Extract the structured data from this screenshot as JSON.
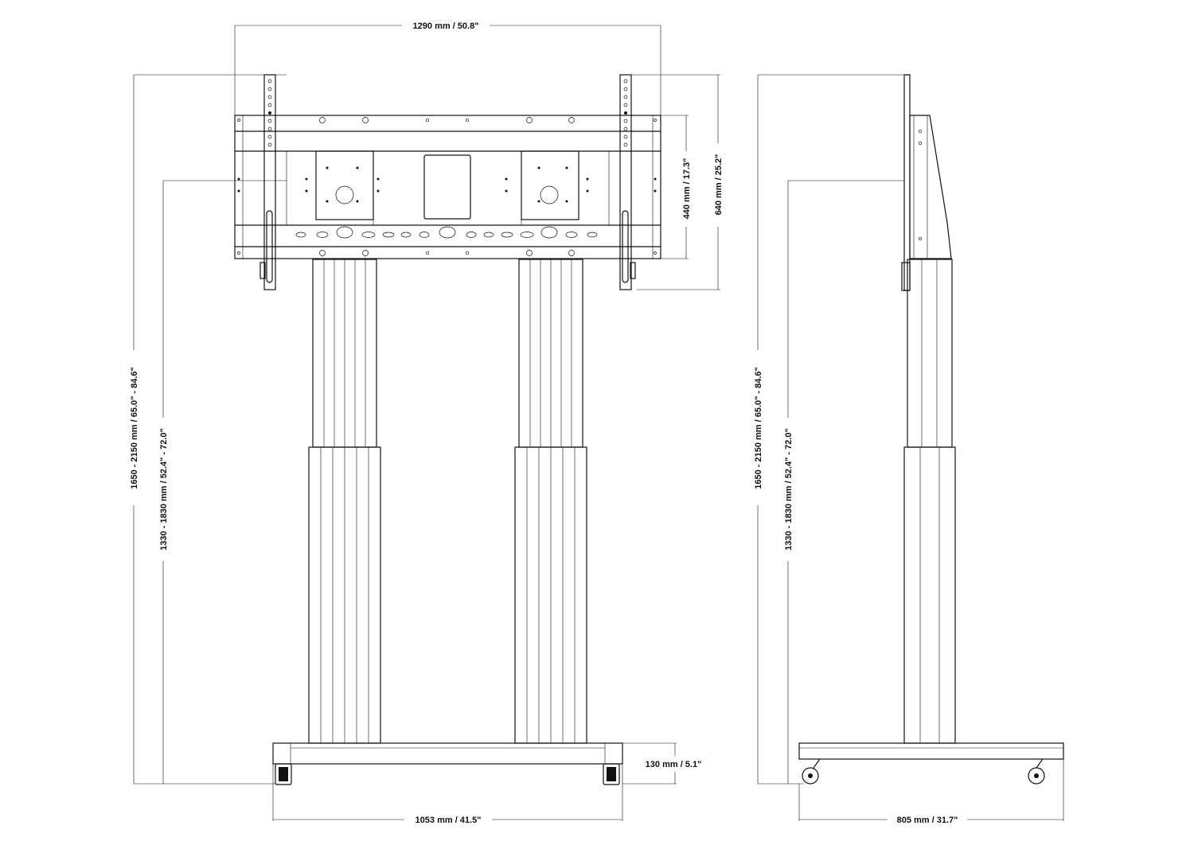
{
  "diagram": {
    "front_view": {
      "dim_width": "1290 mm / 50.8\"",
      "dim_height_total": "1650 - 2150 mm / 65.0\" - 84.6\"",
      "dim_height_center": "1330 - 1830 mm / 52.4\" - 72.0\"",
      "dim_bracket_inner": "440 mm / 17.3\"",
      "dim_bracket_outer": "640 mm / 25.2\"",
      "dim_base_height": "130 mm / 5.1\"",
      "dim_base_width": "1053 mm / 41.5\""
    },
    "side_view": {
      "dim_height_total": "1650 - 2150 mm / 65.0\" - 84.6\"",
      "dim_height_center": "1330 - 1830 mm / 52.4\" - 72.0\"",
      "dim_depth": "805 mm / 31.7\""
    }
  }
}
